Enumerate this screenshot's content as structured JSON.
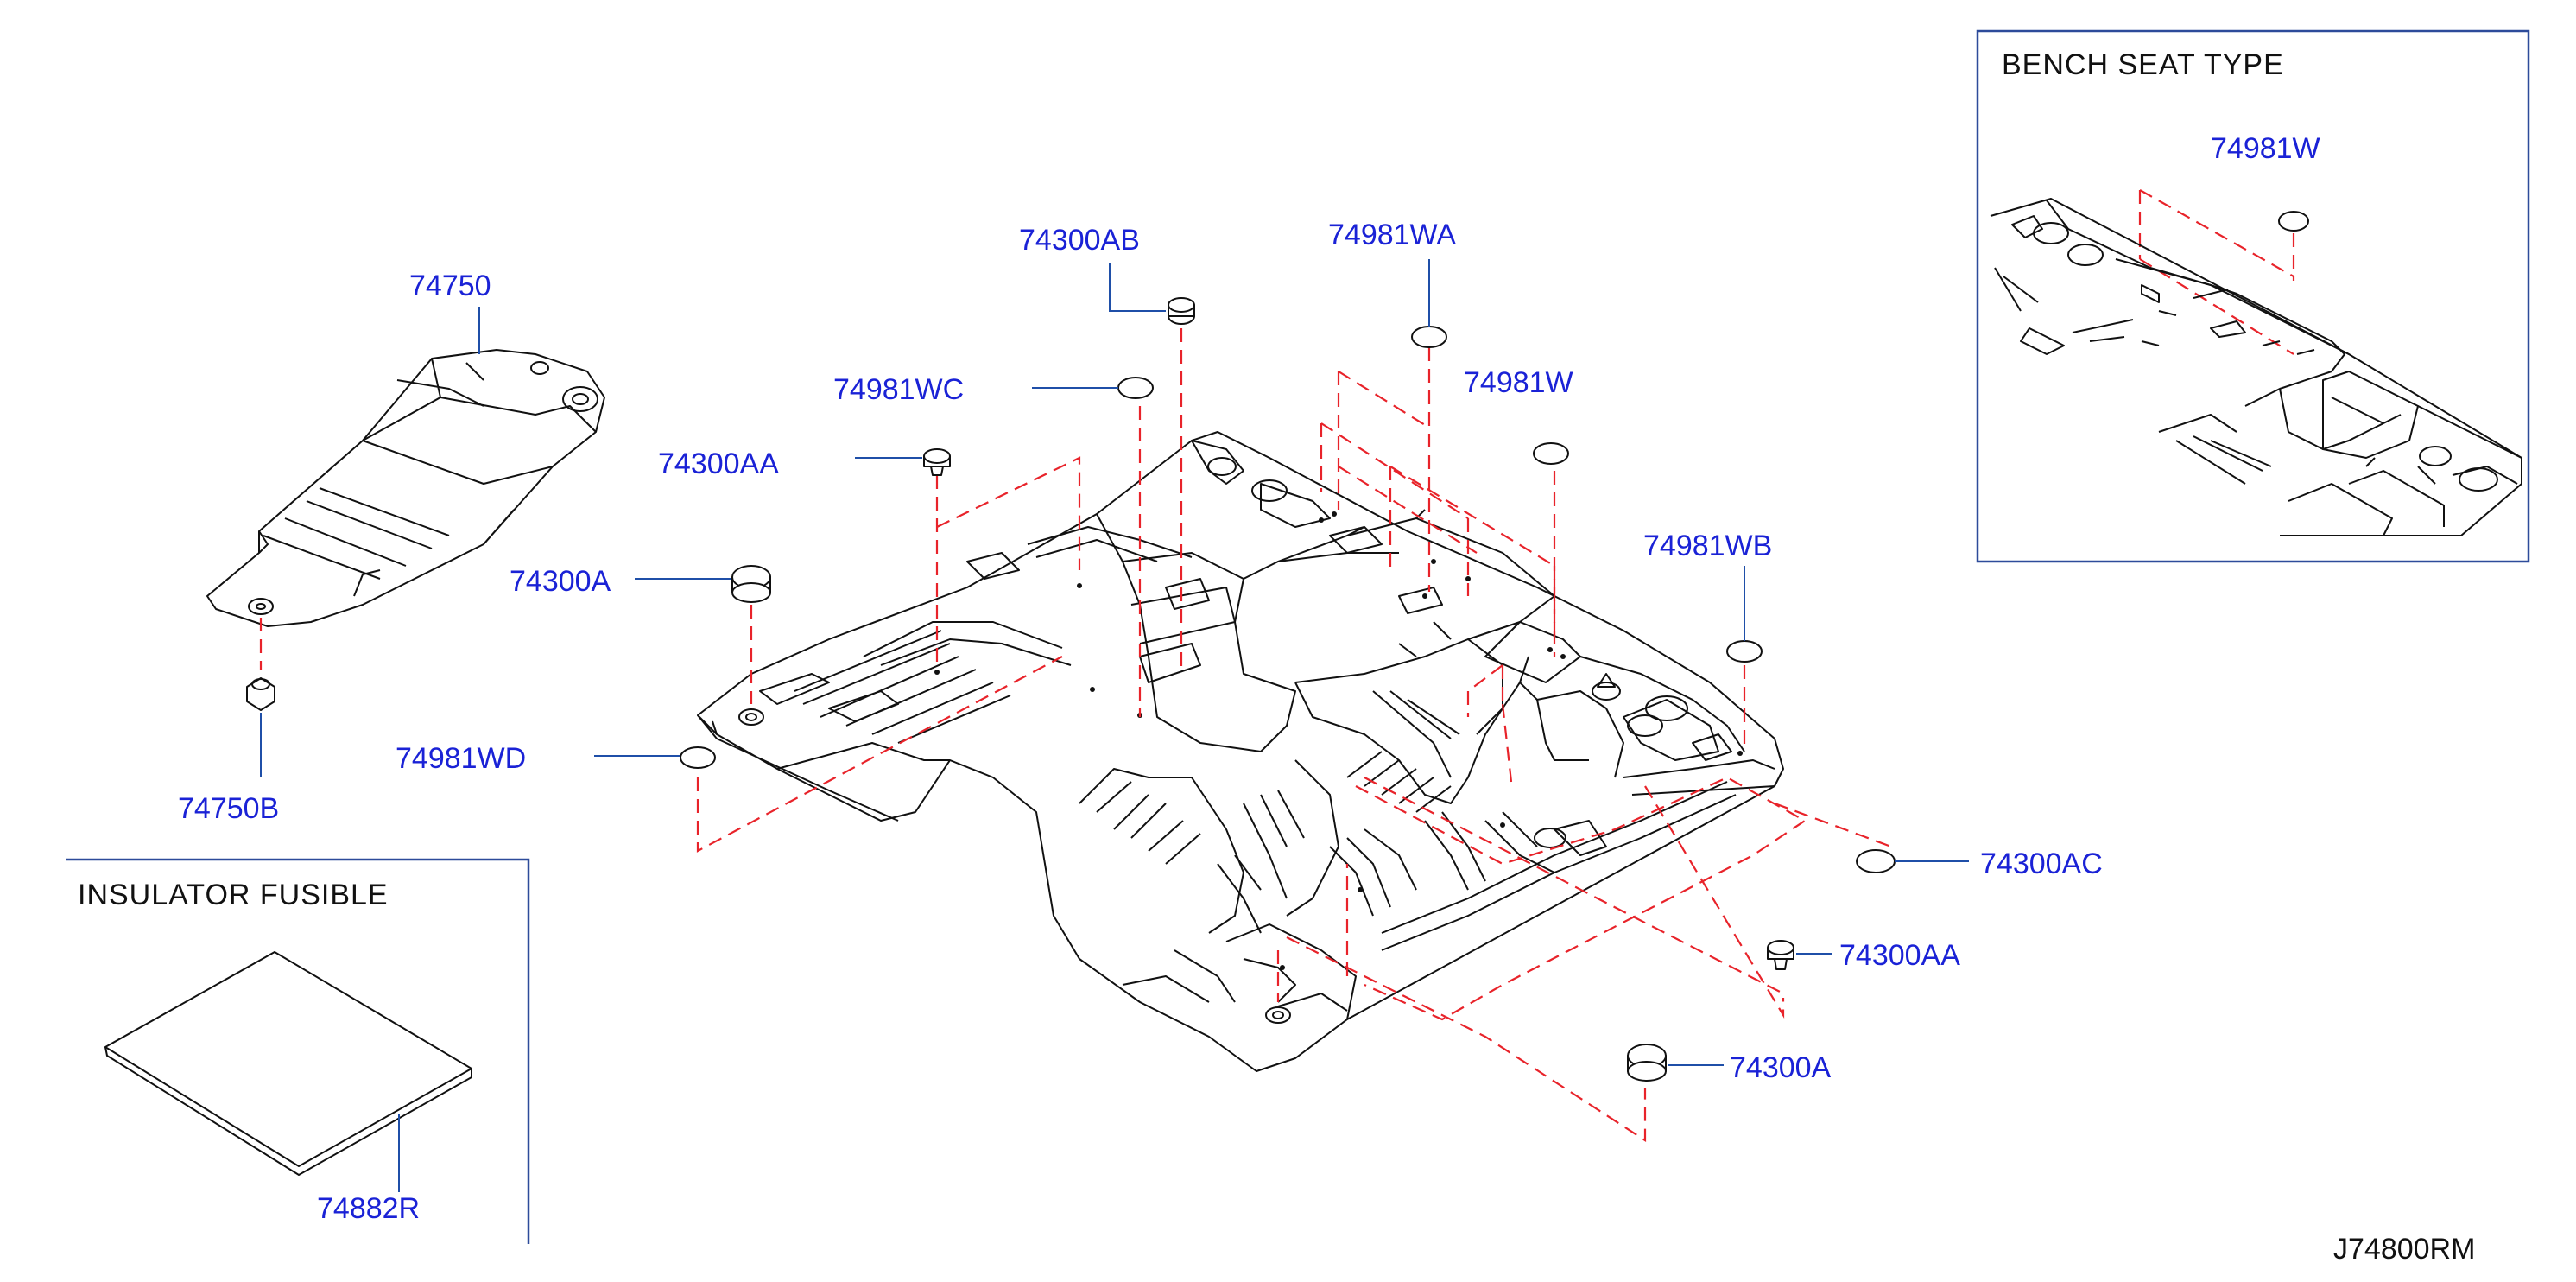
{
  "diagram": {
    "drawing_code": "J74800RM",
    "colors": {
      "label": "#1a22d6",
      "leader": "#1f4fa8",
      "dashed_guide": "#e8232a",
      "outline": "#111111",
      "frame": "#2d4b9a"
    },
    "inset_bench": {
      "title": "BENCH   SEAT   TYPE",
      "part": "74981W"
    },
    "inset_insulator": {
      "title": "INSULATOR   FUSIBLE",
      "part": "74882R"
    },
    "parts": {
      "p74750": "74750",
      "p74750B": "74750B",
      "p74300AB": "74300AB",
      "p74981WA": "74981WA",
      "p74981WC": "74981WC",
      "p74981W": "74981W",
      "p74300AA_left": "74300AA",
      "p74300A_left": "74300A",
      "p74981WB": "74981WB",
      "p74981WD": "74981WD",
      "p74300AC": "74300AC",
      "p74300AA_right": "74300AA",
      "p74300A_right": "74300A"
    }
  }
}
